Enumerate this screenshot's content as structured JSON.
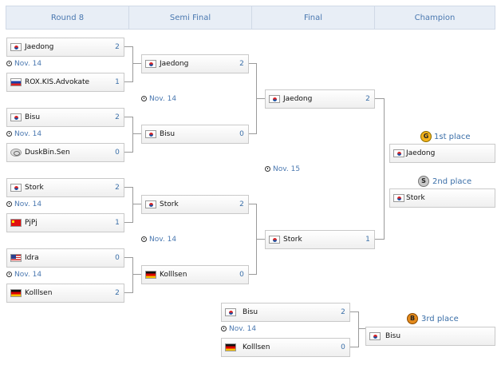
{
  "headers": [
    "Round 8",
    "Semi Final",
    "Final",
    "Champion"
  ],
  "round8": [
    {
      "p1": {
        "name": "Jaedong",
        "score": "2",
        "flag": "kr"
      },
      "date": "Nov. 14",
      "p2": {
        "name": "ROX.KIS.Advokate",
        "score": "1",
        "flag": "ru"
      }
    },
    {
      "p1": {
        "name": "Bisu",
        "score": "2",
        "flag": "kr"
      },
      "date": "Nov. 14",
      "p2": {
        "name": "DuskBin.Sen",
        "score": "0",
        "flag": "wd"
      }
    },
    {
      "p1": {
        "name": "Stork",
        "score": "2",
        "flag": "kr"
      },
      "date": "Nov. 14",
      "p2": {
        "name": "PjPj",
        "score": "1",
        "flag": "cn"
      }
    },
    {
      "p1": {
        "name": "Idra",
        "score": "0",
        "flag": "us"
      },
      "date": "Nov. 14",
      "p2": {
        "name": "Kolllsen",
        "score": "2",
        "flag": "de"
      }
    }
  ],
  "semi": [
    {
      "p1": {
        "name": "Jaedong",
        "score": "2",
        "flag": "kr"
      },
      "date": "Nov. 14",
      "p2": {
        "name": "Bisu",
        "score": "0",
        "flag": "kr"
      }
    },
    {
      "p1": {
        "name": "Stork",
        "score": "2",
        "flag": "kr"
      },
      "date": "Nov. 14",
      "p2": {
        "name": "Kolllsen",
        "score": "0",
        "flag": "de"
      }
    }
  ],
  "final": {
    "p1": {
      "name": "Jaedong",
      "score": "2",
      "flag": "kr"
    },
    "date": "Nov. 15",
    "p2": {
      "name": "Stork",
      "score": "1",
      "flag": "kr"
    }
  },
  "third_match": {
    "p1": {
      "name": "Bisu",
      "score": "2",
      "flag": "kr"
    },
    "date": "Nov. 14",
    "p2": {
      "name": "Kolllsen",
      "score": "0",
      "flag": "de"
    }
  },
  "places": [
    {
      "medal": "G",
      "label": "1st place",
      "name": "Jaedong",
      "flag": "kr",
      "color": "#f3b21a"
    },
    {
      "medal": "S",
      "label": "2nd place",
      "name": "Stork",
      "flag": "kr",
      "color": "#c8c8c8"
    },
    {
      "medal": "B",
      "label": "3rd place",
      "name": "Bisu",
      "flag": "kr",
      "color": "#e38a1c"
    }
  ],
  "colors": {
    "header_bg": "#e8eef6",
    "accent": "#4a78b0",
    "line": "#9a9a9a"
  }
}
